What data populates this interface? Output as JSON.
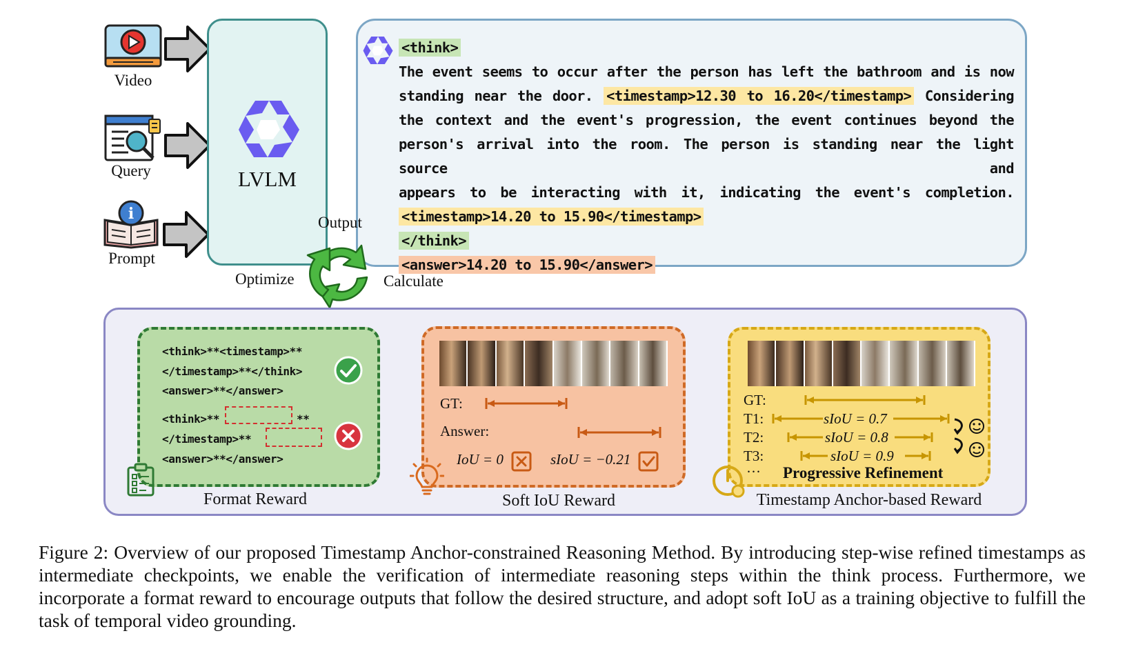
{
  "inputs": {
    "video_label": "Video",
    "query_label": "Query",
    "prompt_label": "Prompt"
  },
  "model": {
    "label": "LVLM"
  },
  "output": {
    "think_open": "<think>",
    "line1": "The event seems to occur after the person has left the bathroom and is now",
    "line2_pre": "standing near the door.",
    "timestamp1": "<timestamp>12.30 to 16.20</timestamp>",
    "line2_post": "Considering",
    "line3": "the context and the event's progression, the event continues beyond the",
    "line4": "person's arrival into the room. The person is standing near the light source and",
    "line5": "appears to be interacting with it, indicating the event's completion.",
    "timestamp2": "<timestamp>14.20 to 15.90</timestamp>",
    "think_close": "</think>",
    "answer": "<answer>14.20 to 15.90</answer>"
  },
  "cycle": {
    "output_label": "Output",
    "optimize_label": "Optimize",
    "calculate_label": "Calculate"
  },
  "format_reward": {
    "valid_line1": "<think>**<timestamp>**",
    "valid_line2": "</timestamp>**</think>",
    "valid_line3": "<answer>**</answer>",
    "invalid_line1_pre": "<think>**",
    "invalid_line1_post": "**",
    "invalid_line2": "</timestamp>**",
    "invalid_line3": "<answer>**</answer>",
    "caption": "Format Reward"
  },
  "soft_iou_reward": {
    "gt_label": "GT:",
    "answer_label": "Answer:",
    "iou_text": "IoU = 0",
    "siou_text": "sIoU = −0.21",
    "caption": "Soft IoU Reward"
  },
  "anchor_reward": {
    "gt_label": "GT:",
    "t1_label": "T1:",
    "t1_value": "sIoU = 0.7",
    "t2_label": "T2:",
    "t2_value": "sIoU = 0.8",
    "t3_label": "T3:",
    "t3_value": "sIoU = 0.9",
    "ellipsis": "···",
    "refinement_label": "Progressive Refinement",
    "caption": "Timestamp Anchor-based Reward"
  },
  "figure_caption": "Figure 2: Overview of our proposed Timestamp Anchor-constrained Reasoning Method. By introducing step-wise refined timestamps as intermediate checkpoints, we enable the verification of intermediate reasoning steps within the think process. Furthermore, we incorporate a format reward to encourage outputs that follow the desired structure, and adopt soft IoU as a training objective to fulfill the task of temporal video grounding.",
  "colors": {
    "teal_border": "#3f8f8c",
    "blue_border": "#7ca6c5",
    "purple_border": "#8a87c4",
    "green_card": "#b9dba7",
    "orange_card": "#f7c2a2",
    "yellow_card": "#f9dd7e",
    "logo_purple": "#6a5cf0",
    "cycle_green": "#3fb03a"
  }
}
